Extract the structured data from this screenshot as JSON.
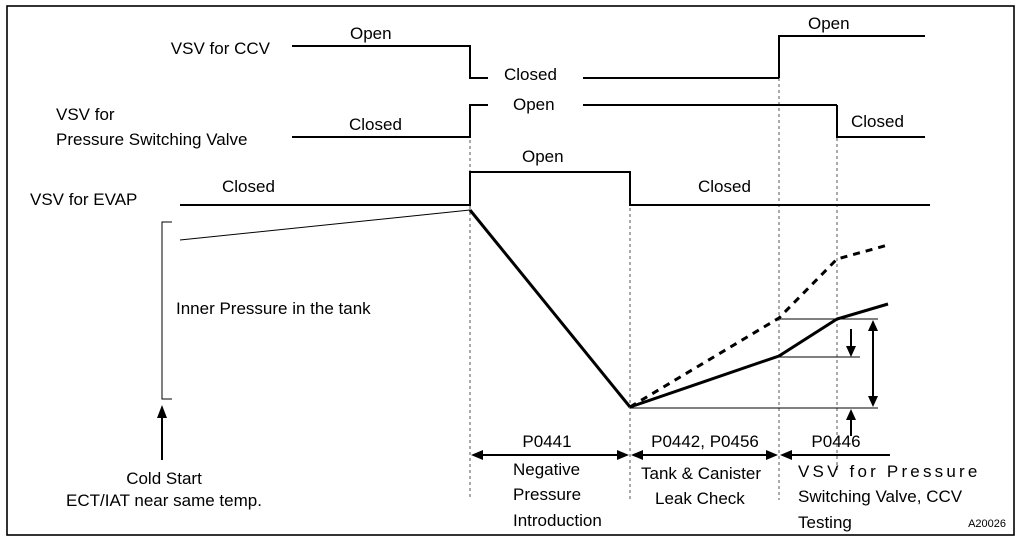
{
  "signals": {
    "ccv": {
      "name": "VSV for CCV",
      "state_1": "Open",
      "state_2": "Closed",
      "state_3": "Open"
    },
    "psv": {
      "name_line1": "VSV for",
      "name_line2": "Pressure Switching Valve",
      "state_1": "Closed",
      "state_2": "Open",
      "state_3": "Closed"
    },
    "evap": {
      "name": "VSV for EVAP",
      "state_1": "Closed",
      "state_2": "Open",
      "state_3": "Closed"
    }
  },
  "pressure": {
    "label": "Inner Pressure in the tank"
  },
  "cold_start": {
    "line1": "Cold Start",
    "line2": "ECT/IAT near same temp."
  },
  "phases": [
    {
      "code": "P0441",
      "desc_line1": "Negative",
      "desc_line2": "Pressure",
      "desc_line3": "Introduction"
    },
    {
      "code": "P0442, P0456",
      "desc_line1": "Tank & Canister",
      "desc_line2": "Leak Check"
    },
    {
      "code": "P0446",
      "desc_line1": "VSV for Pressure",
      "desc_line2": "Switching Valve, CCV",
      "desc_line3": "Testing"
    }
  ],
  "figure_id": "A20026"
}
